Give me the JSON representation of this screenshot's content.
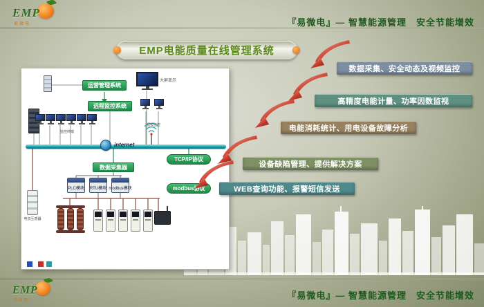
{
  "brand": {
    "name": "EMP",
    "subtext": "易微电"
  },
  "header": {
    "tagline": "『易微电』— 智慧能源管理　安全节能增效"
  },
  "footer": {
    "tagline": "『易微电』— 智慧能源管理　安全节能增效"
  },
  "title": "EMP电能质量在线管理系统",
  "features": [
    {
      "label": "数据采集、安全动态及视频监控",
      "color": "#7c8ea1"
    },
    {
      "label": "高精度电能计量、功率因数监视",
      "color": "#5f9181"
    },
    {
      "label": "电能消耗统计、用电设备故障分析",
      "color": "#97815f"
    },
    {
      "label": "设备缺陷管理、提供解决方案",
      "color": "#7e9164"
    },
    {
      "label": "WEB查询功能、报警短信发送",
      "color": "#4f898c"
    }
  ],
  "diagram": {
    "ops_system": "运营管理系统",
    "remote_system": "远程监控系统",
    "big_screen": "大屏显示",
    "terminals_label": "监控终端",
    "video_label": "视频监控",
    "internet": "internet",
    "tcpip": "TCP/IP协议",
    "collector": "数据采集器",
    "plc": "PLC模块",
    "rtu": "RTU模块",
    "modbus": "modbus模块",
    "modbus_protocol": "modbus协议",
    "ct_label": "电流互感器"
  }
}
